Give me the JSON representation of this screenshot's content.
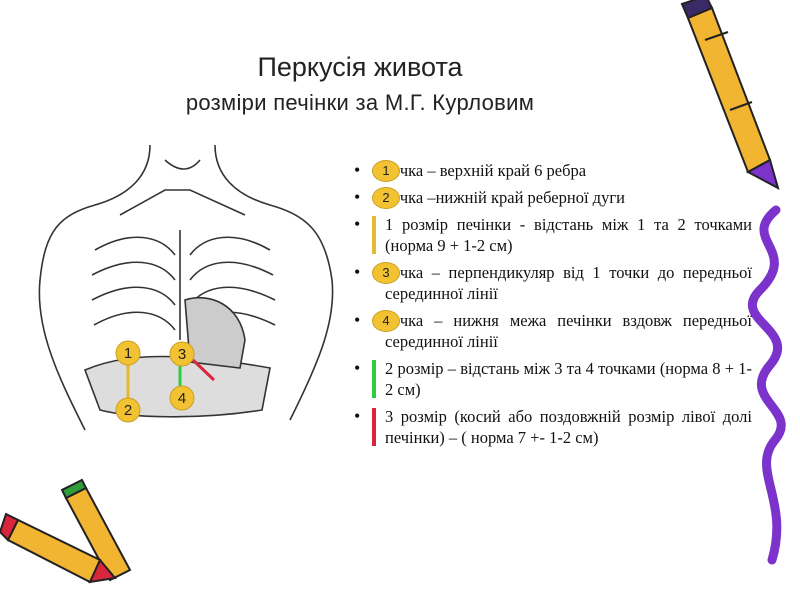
{
  "slide": {
    "title": "Перкусія живота",
    "subtitle": "розміри печінки за М.Г. Курловим",
    "colors": {
      "marker_fill": "#f3c232",
      "bar_yellow": "#e6b930",
      "bar_green": "#2ecc40",
      "bar_red": "#d9263a",
      "crayon_purple": "#7b33cc"
    }
  },
  "figure": {
    "markers": [
      "1",
      "2",
      "3",
      "4"
    ]
  },
  "bullets": [
    {
      "marker": "1",
      "text": "точка – верхній край 6 ребра"
    },
    {
      "marker": "2",
      "text": "точка –нижній край реберної дуги"
    },
    {
      "bar": "yellow",
      "text": "1 розмір печінки - відстань між 1 та 2 точками (норма 9 + 1-2 см)"
    },
    {
      "marker": "3",
      "text": "точка – перпендикуляр від 1 точки до передньої серединної лінії"
    },
    {
      "marker": "4",
      "text": "точка – нижня межа печінки вздовж передньої серединної лінії"
    },
    {
      "bar": "green",
      "text": "2 розмір – відстань між 3 та 4 точками (норма 8 + 1-2 см)"
    },
    {
      "bar": "red",
      "text": "3 розмір (косий або поздовжній розмір лівої долі печінки) – ( норма 7 +- 1-2 см)"
    }
  ]
}
